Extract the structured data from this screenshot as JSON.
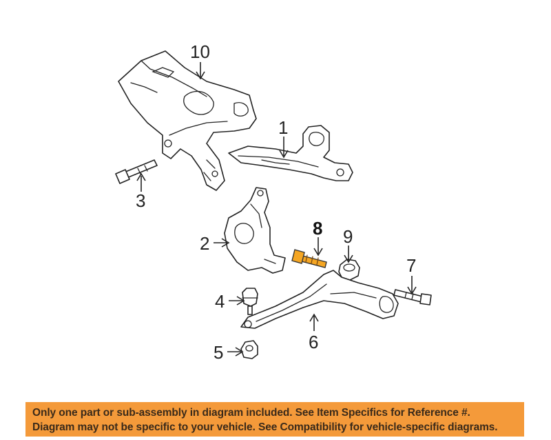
{
  "diagram": {
    "callouts": {
      "c1": "1",
      "c2": "2",
      "c3": "3",
      "c4": "4",
      "c5": "5",
      "c6": "6",
      "c7": "7",
      "c8": "8",
      "c9": "9",
      "c10": "10"
    },
    "highlighted_callout": "8",
    "colors": {
      "highlight_part": "#f5a623",
      "banner": "#f49a3a",
      "banner_text": "#3a2a1a",
      "lines": "#222222"
    }
  },
  "disclaimer": {
    "line1": "Only one part or sub-assembly in diagram included. See Item Specifics for Reference #.",
    "line2": "Diagram may not be specific to your vehicle. See Compatibility for vehicle-specific diagrams."
  }
}
